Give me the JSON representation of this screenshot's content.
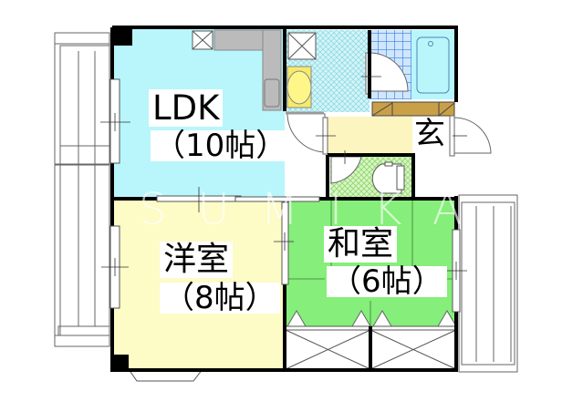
{
  "floor_plan": {
    "rooms": [
      {
        "id": "ldk",
        "name": "LDK",
        "size": "（10帖）",
        "color": "#b8f6fb"
      },
      {
        "id": "western",
        "name": "洋室",
        "size": "（8帖）",
        "color": "#fdfbc6"
      },
      {
        "id": "japanese",
        "name": "和室",
        "size": "（6帖）",
        "color": "#86ee7a"
      },
      {
        "id": "entrance",
        "name": "玄",
        "color": "#fdf5c0"
      },
      {
        "id": "washroom",
        "color": "#bff0f5"
      },
      {
        "id": "bath",
        "color": "#b8f6fb"
      },
      {
        "id": "toilet",
        "color": "#c9f2b5"
      },
      {
        "id": "storage",
        "color": "#c9a048"
      }
    ],
    "watermark": "SUMIKA"
  }
}
